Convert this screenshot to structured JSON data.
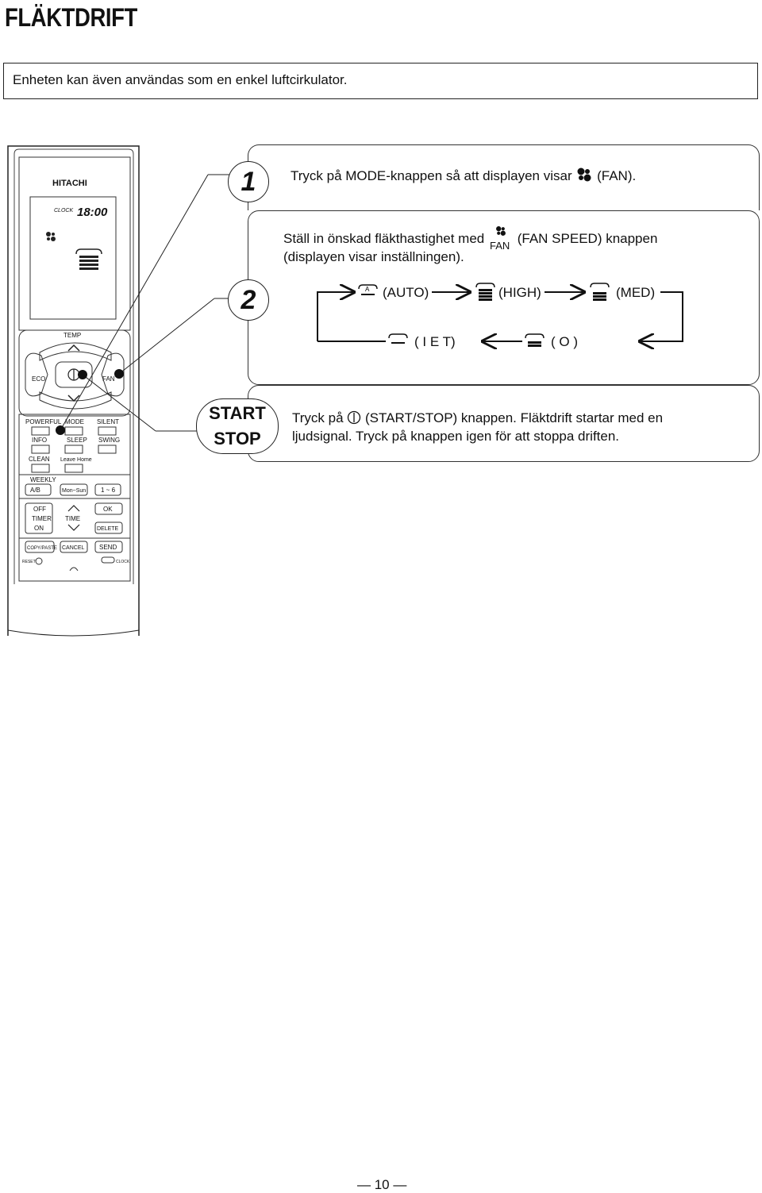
{
  "page": {
    "title": "FLÄKTDRIFT",
    "intro": "Enheten kan även användas som en enkel luftcirkulator.",
    "page_number": "— 10 —"
  },
  "remote": {
    "brand": "HITACHI",
    "clock_label": "CLOCK",
    "clock_time": "18:00",
    "temp": "TEMP",
    "eco": "ECO",
    "fan": "FAN",
    "powerful": "POWERFUL",
    "mode": "MODE",
    "silent": "SILENT",
    "info": "INFO",
    "sleep": "SLEEP",
    "swing": "SWING",
    "clean": "CLEAN",
    "leave_home": "Leave Home",
    "weekly": "WEEKLY",
    "a_b": "A/B",
    "mon_sun": "Mon~Sun",
    "one_six": "1 ~ 6",
    "off": "OFF",
    "timer": "TIMER",
    "on": "ON",
    "time": "TIME",
    "ok": "OK",
    "delete": "DELETE",
    "copy_paste": "COPY/PASTE",
    "cancel": "CANCEL",
    "send": "SEND",
    "reset": "RESET",
    "clock": "CLOCK"
  },
  "step1": {
    "number": "1",
    "text_before": "Tryck på MODE-knappen så att displayen visar",
    "text_after": "(FAN)."
  },
  "step2": {
    "number": "2",
    "line1_before": "Ställ in önskad fläkthastighet med",
    "fan_label": "FAN",
    "line1_after": "(FAN SPEED) knappen",
    "line2": "(displayen visar inställningen).",
    "auto": "(AUTO)",
    "high": "(HIGH)",
    "med": "(MED)",
    "ilet": "( I E T)",
    "o": "( O )"
  },
  "step3": {
    "start": "START",
    "stop": "STOP",
    "line1_before": "Tryck på",
    "line1_after": "(START/STOP) knappen. Fläktdrift startar med en",
    "line2": "ljudsignal. Tryck på knappen igen för att stoppa driften."
  },
  "colors": {
    "ink": "#111111",
    "display_bg": "#ffffff",
    "border": "#333333"
  }
}
